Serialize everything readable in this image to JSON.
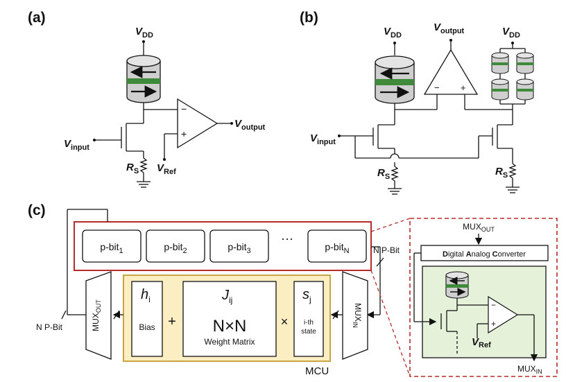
{
  "colors": {
    "magnet_green": "#3f8a3a",
    "magnet_gray": "#cfcfcf",
    "pbit_border": "#b52b2b",
    "mcu_fill": "#fbeec3",
    "mcu_border": "#c9a541",
    "inset_fill": "#e6f1da",
    "inset_border": "#b52b2b"
  },
  "panel_a": {
    "label": "(a)",
    "vdd": "V",
    "vdd_sub": "DD",
    "vinput": "V",
    "vinput_sub": "input",
    "voutput": "V",
    "voutput_sub": "output",
    "vref": "V",
    "vref_sub": "Ref",
    "rs": "R",
    "rs_sub": "S",
    "op_minus": "−",
    "op_plus": "+"
  },
  "panel_b": {
    "label": "(b)",
    "vdd": "V",
    "vdd_sub": "DD",
    "vinput": "V",
    "vinput_sub": "input",
    "voutput": "V",
    "voutput_sub": "output",
    "rs_left": "R",
    "rs_left_sub": "S",
    "rs_right": "R",
    "rs_right_sub": "S",
    "op_minus": "−",
    "op_plus": "+",
    "vdd_right": "V",
    "vdd_right_sub": "DD"
  },
  "panel_c": {
    "label": "(c)",
    "pbits": [
      {
        "base": "p-bit",
        "sub": "1"
      },
      {
        "base": "p-bit",
        "sub": "2"
      },
      {
        "base": "p-bit",
        "sub": "3"
      },
      {
        "base": "p-bit",
        "sub": "N"
      }
    ],
    "ellipsis": "···",
    "n_pbit_right": "N P-Bit",
    "n_pbit_left": "N P-Bit",
    "mux_out": "MUX",
    "mux_out_sub": "OUT",
    "mux_in": "MUX",
    "mux_in_sub": "IN",
    "h": "h",
    "h_sub": "i",
    "bias": "Bias",
    "plus": "+",
    "j": "J",
    "j_sub": "ij",
    "nxn": "N×N",
    "weight": "Weight Matrix",
    "times": "×",
    "s": "s",
    "s_sub": "j",
    "state_1": "i-th",
    "state_2": "state",
    "mcu": "MCU",
    "inset": {
      "mux_out": "MUX",
      "mux_out_sub": "OUT",
      "dac_parts": [
        {
          "text": "D",
          "bold": true
        },
        {
          "text": "igital ",
          "bold": false
        },
        {
          "text": "A",
          "bold": true
        },
        {
          "text": "nalog ",
          "bold": false
        },
        {
          "text": "C",
          "bold": true
        },
        {
          "text": "onverter",
          "bold": false
        }
      ],
      "vref": "V",
      "vref_sub": "Ref",
      "op_minus": "−",
      "op_plus": "+",
      "mux_in": "MUX",
      "mux_in_sub": "IN"
    }
  }
}
